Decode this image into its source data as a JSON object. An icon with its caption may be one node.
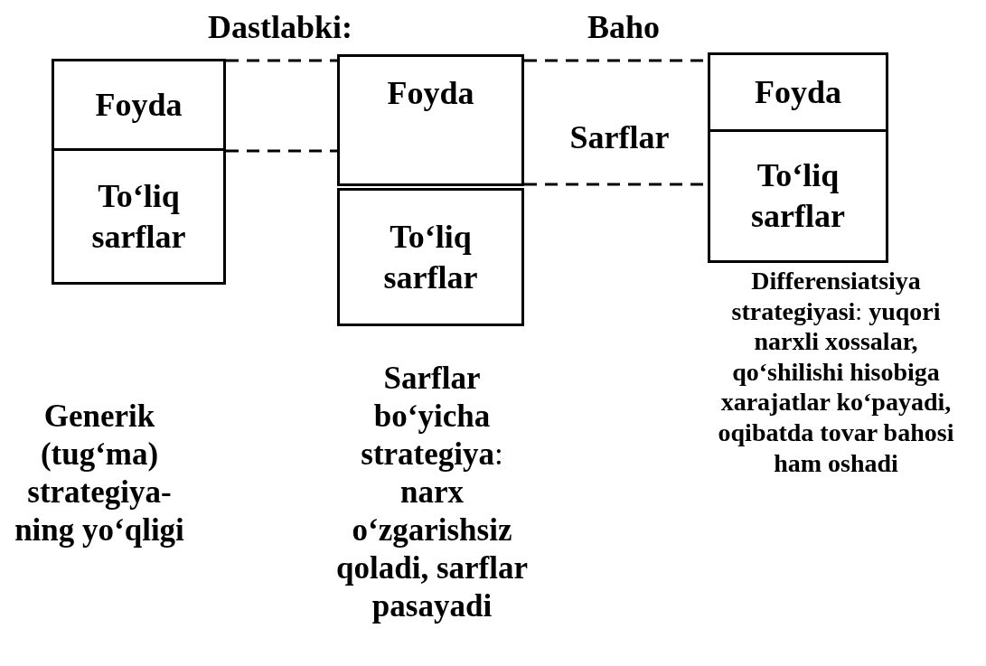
{
  "diagram": {
    "nodes": [
      {
        "text": [
          "Foyda"
        ]
      },
      {
        "text": [
          "To‘liq sarflar"
        ]
      },
      {
        "text": [
          "Foyda"
        ]
      },
      {
        "text": [
          "To‘liq sarflar"
        ]
      },
      {
        "text": [
          "Foyda"
        ]
      },
      {
        "text": [
          "To‘liq sarflar"
        ]
      }
    ],
    "edges": [
      {
        "from": 0,
        "to": 2,
        "arrow": "none",
        "style": "dashed"
      },
      {
        "from": 2,
        "to": 4,
        "arrow": "none",
        "style": "dashed"
      },
      {
        "from": 0,
        "to": 2,
        "arrow": "none",
        "style": "dashed"
      },
      {
        "from": 2,
        "to": 5,
        "arrow": "none",
        "style": "dashed"
      }
    ],
    "labels": [
      "Dastlabki:",
      "Baho",
      "Sarflar",
      "**Differensiatsiya strategiyasi**: **yuqori narxli xossalar, qo‘shilishi hisobiga xarajatlar ko‘payadi, oqibatda tovar bahosi ham oshadi**",
      "**Sarflar bo‘yicha strategiya**: **narx o‘zgarishsiz qoladi, sarflar pasayadi**",
      "Generik (tug‘ma) strategiya-ning yo‘qligi"
    ]
  }
}
